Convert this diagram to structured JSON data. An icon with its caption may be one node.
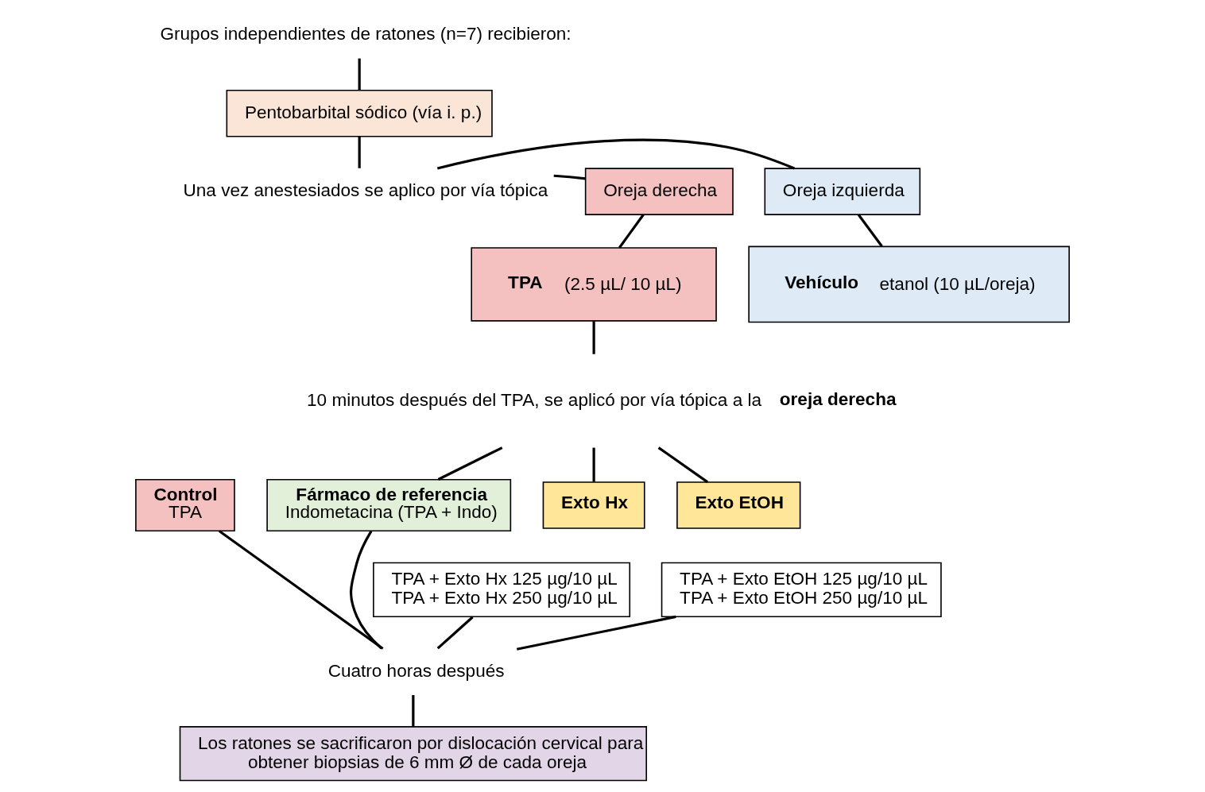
{
  "diagram": {
    "nodes": [
      {
        "text": [
          "Grupos independientes de ratones (n=7) recibieron:"
        ]
      },
      {
        "text": [
          "Pentobarbital sódico (vía i. p.)"
        ]
      },
      {
        "text": [
          "Una vez anestesiados se aplico por vía tópica"
        ]
      },
      {
        "text": [
          "Oreja izquierda"
        ]
      },
      {
        "text": [
          "**Vehículo** etanol (10 µL/oreja)"
        ]
      },
      {
        "text": [
          "Oreja derecha"
        ]
      },
      {
        "text": [
          "**TPA** (2.5 µL/ 10 µL)"
        ]
      },
      {
        "text": [
          "10 minutos después del TPA, se aplicó por vía tópica a la **oreja derecha**"
        ]
      },
      {
        "text": [
          "Control",
          "TPA"
        ]
      },
      {
        "text": [
          "Fármaco de referencia",
          "Indometacina (TPA + Indo)"
        ]
      },
      {
        "text": [
          "Exto Hx"
        ]
      },
      {
        "text": [
          "TPA + Exto Hx 125 µg/10 µL",
          "TPA + Exto Hx 250 µg/10 µL"
        ]
      },
      {
        "text": [
          "Exto EtOH"
        ]
      },
      {
        "text": [
          "TPA + Exto EtOH 125 µg/10 µL",
          "TPA + Exto EtOH 250 µg/10 µL"
        ]
      },
      {
        "text": [
          "Cuatro horas después"
        ]
      },
      {
        "text": [
          "Los ratones se sacrificaron por dislocación cervical para obtener biopsias de 6 mm Ø de cada oreja"
        ]
      }
    ],
    "edges": [
      {
        "from": 0,
        "to": 1,
        "arrow": "none"
      },
      {
        "from": 1,
        "to": 2,
        "arrow": "none"
      },
      {
        "from": 2,
        "to": 3,
        "arrow": "none"
      },
      {
        "from": 2,
        "to": 5,
        "arrow": "none"
      },
      {
        "from": 3,
        "to": 4,
        "arrow": "none"
      },
      {
        "from": 5,
        "to": 6,
        "arrow": "none"
      },
      {
        "from": 6,
        "to": 7,
        "arrow": "none"
      },
      {
        "from": 7,
        "to": 9,
        "arrow": "none"
      },
      {
        "from": 7,
        "to": 10,
        "arrow": "none"
      },
      {
        "from": 7,
        "to": 12,
        "arrow": "none"
      },
      {
        "from": 8,
        "to": 14,
        "arrow": "none"
      },
      {
        "from": 9,
        "to": 14,
        "arrow": "none"
      },
      {
        "from": 11,
        "to": 14,
        "arrow": "none"
      },
      {
        "from": 13,
        "to": 14,
        "arrow": "none"
      },
      {
        "from": 14,
        "to": 15,
        "arrow": "none"
      }
    ]
  }
}
